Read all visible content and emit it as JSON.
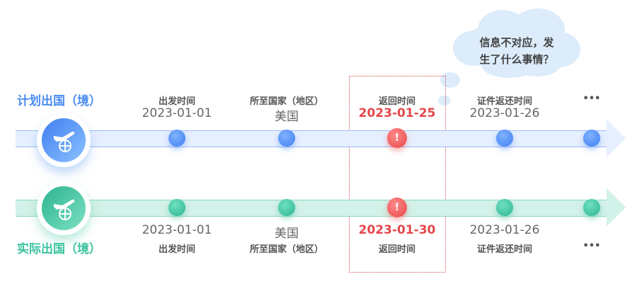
{
  "bubble": {
    "line1": "信息不对应，发",
    "line2": "生了什么事情？"
  },
  "planned": {
    "title": "计划出国（境）",
    "color": "#4a8cf0",
    "items": [
      {
        "label": "出发时间",
        "value": "2023-01-01"
      },
      {
        "label": "所至国家（地区）",
        "value": "美国"
      },
      {
        "label": "返回时间",
        "value": "2023-01-25"
      },
      {
        "label": "证件返还时间",
        "value": "2023-01-26"
      },
      {
        "label": "•••"
      }
    ]
  },
  "actual": {
    "title": "实际出国（境）",
    "color": "#3cc4a0",
    "items": [
      {
        "label": "出发时间",
        "value": "2023-01-01"
      },
      {
        "label": "所至国家（地区）",
        "value": "美国"
      },
      {
        "label": "返回时间",
        "value": "2023-01-30"
      },
      {
        "label": "证件返还时间",
        "value": "2023-01-26"
      },
      {
        "label": "•••"
      }
    ]
  },
  "warn_symbol": "!"
}
